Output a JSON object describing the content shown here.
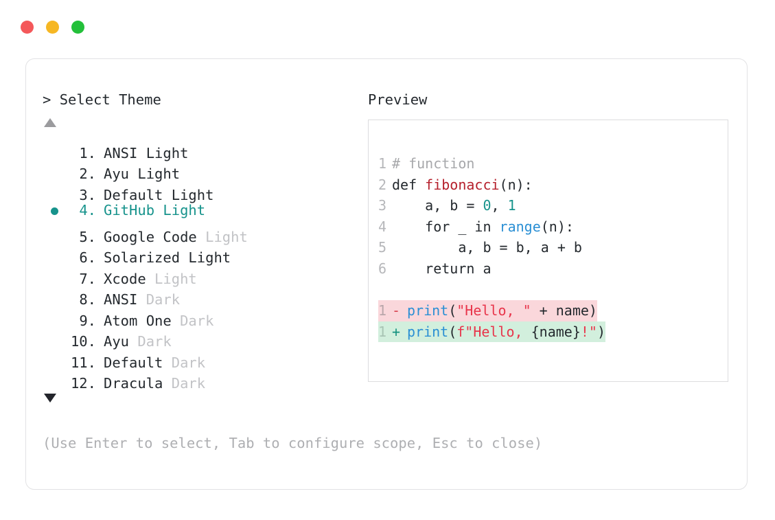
{
  "window": {
    "traffic_lights": [
      {
        "name": "close-button",
        "color": "#f4585a"
      },
      {
        "name": "minimize-button",
        "color": "#f6b723"
      },
      {
        "name": "maximize-button",
        "color": "#23c03a"
      }
    ]
  },
  "left": {
    "title_prompt": ">",
    "title": "Select Theme",
    "scroll_up_icon": "triangle-up",
    "scroll_down_icon": "triangle-down",
    "selected_index": 4,
    "selected_color": "#17938c",
    "items": [
      {
        "index": "1.",
        "name": "ANSI",
        "variant": "Light",
        "variant_muted": false,
        "selected": false
      },
      {
        "index": "2.",
        "name": "Ayu",
        "variant": "Light",
        "variant_muted": false,
        "selected": false
      },
      {
        "index": "3.",
        "name": "Default",
        "variant": "Light",
        "variant_muted": false,
        "selected": false
      },
      {
        "index": "4.",
        "name": "GitHub",
        "variant": "Light",
        "variant_muted": false,
        "selected": true
      },
      {
        "index": "5.",
        "name": "Google Code",
        "variant": "Light",
        "variant_muted": true,
        "selected": false
      },
      {
        "index": "6.",
        "name": "Solarized",
        "variant": "Light",
        "variant_muted": false,
        "selected": false
      },
      {
        "index": "7.",
        "name": "Xcode",
        "variant": "Light",
        "variant_muted": true,
        "selected": false
      },
      {
        "index": "8.",
        "name": "ANSI",
        "variant": "Dark",
        "variant_muted": true,
        "selected": false
      },
      {
        "index": "9.",
        "name": "Atom One",
        "variant": "Dark",
        "variant_muted": true,
        "selected": false
      },
      {
        "index": "10.",
        "name": "Ayu",
        "variant": "Dark",
        "variant_muted": true,
        "selected": false
      },
      {
        "index": "11.",
        "name": "Default",
        "variant": "Dark",
        "variant_muted": true,
        "selected": false
      },
      {
        "index": "12.",
        "name": "Dracula",
        "variant": "Dark",
        "variant_muted": true,
        "selected": false
      }
    ]
  },
  "right": {
    "title": "Preview",
    "code_lines": [
      {
        "num": "1",
        "tokens": [
          {
            "t": "# function",
            "c": "tk-comment"
          }
        ]
      },
      {
        "num": "2",
        "tokens": [
          {
            "t": "def ",
            "c": "tk-kw"
          },
          {
            "t": "fibonacci",
            "c": "tk-fname"
          },
          {
            "t": "(n):",
            "c": "tk-punct"
          }
        ]
      },
      {
        "num": "3",
        "tokens": [
          {
            "t": "    a, b = ",
            "c": "tk-plain"
          },
          {
            "t": "0",
            "c": "tk-num"
          },
          {
            "t": ", ",
            "c": "tk-plain"
          },
          {
            "t": "1",
            "c": "tk-num"
          }
        ]
      },
      {
        "num": "4",
        "tokens": [
          {
            "t": "    for _ in ",
            "c": "tk-plain"
          },
          {
            "t": "range",
            "c": "tk-builtin"
          },
          {
            "t": "(n):",
            "c": "tk-punct"
          }
        ]
      },
      {
        "num": "5",
        "tokens": [
          {
            "t": "        a, b = b, a + b",
            "c": "tk-plain"
          }
        ]
      },
      {
        "num": "6",
        "tokens": [
          {
            "t": "    return a",
            "c": "tk-plain"
          }
        ]
      }
    ],
    "diff_lines": [
      {
        "num": "1",
        "sign": "-",
        "kind": "removed",
        "bg": "#fad7db",
        "tokens": [
          {
            "t": "print",
            "c": "tk-builtin"
          },
          {
            "t": "(",
            "c": "tk-punct"
          },
          {
            "t": "\"Hello, \"",
            "c": "tk-str"
          },
          {
            "t": " + name)",
            "c": "tk-plain"
          }
        ]
      },
      {
        "num": "1",
        "sign": "+",
        "kind": "added",
        "bg": "#d2efdd",
        "tokens": [
          {
            "t": "print",
            "c": "tk-builtin"
          },
          {
            "t": "(",
            "c": "tk-punct"
          },
          {
            "t": "f\"Hello, ",
            "c": "tk-str"
          },
          {
            "t": "{name}",
            "c": "tk-plain"
          },
          {
            "t": "!\"",
            "c": "tk-str"
          },
          {
            "t": ")",
            "c": "tk-punct"
          }
        ]
      }
    ]
  },
  "footer": {
    "hint": "(Use Enter to select, Tab to configure scope, Esc to close)"
  }
}
